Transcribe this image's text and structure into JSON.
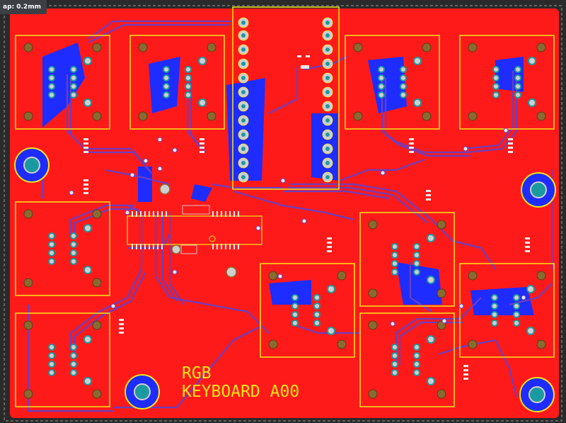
{
  "toolbar": {
    "snap_label": "ap: 0.2mm"
  },
  "board": {
    "silkscreen_line1": "RGB",
    "silkscreen_line2": "KEYBOARD A00",
    "colors": {
      "copper_top": "#ff1a1a",
      "copper_bottom": "#1f2cff",
      "trace_top": "#d01010",
      "trace_bottom": "#6a3fc0",
      "silkscreen": "#f5e61a",
      "pad": "#cfcfcf",
      "via_ring": "#8a6a30",
      "hole_drill": "#1a9aa0",
      "background": "#2a2a2a"
    },
    "components": [
      "switch-footprint",
      "switch-footprint",
      "switch-footprint",
      "switch-footprint",
      "switch-footprint",
      "switch-footprint",
      "switch-footprint",
      "switch-footprint",
      "switch-footprint",
      "switch-footprint",
      "microcontroller-header",
      "qfp-chip",
      "mounting-hole",
      "mounting-hole",
      "mounting-hole",
      "mounting-hole"
    ]
  }
}
